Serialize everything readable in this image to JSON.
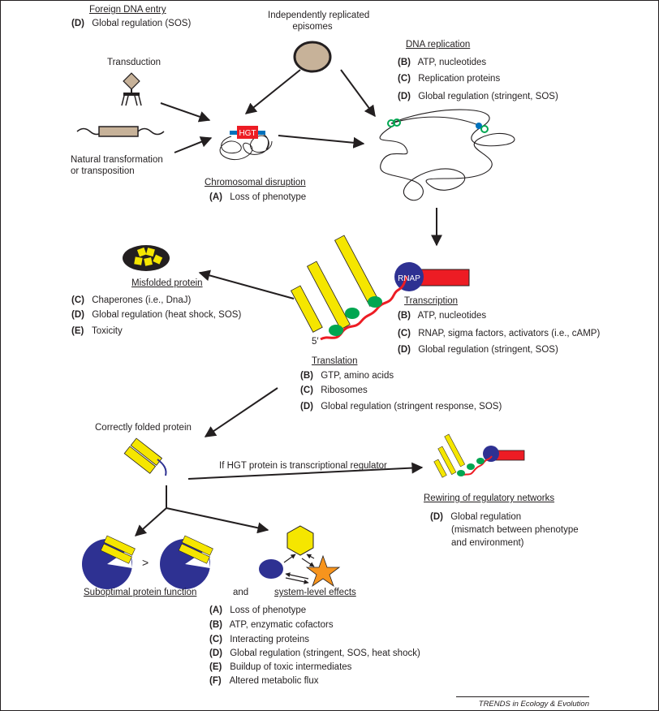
{
  "foreign_entry": {
    "title": "Foreign DNA entry",
    "items": [
      {
        "key": "(D)",
        "text": "Global regulation (SOS)"
      }
    ]
  },
  "episomes_label_line1": "Independently replicated",
  "episomes_label_line2": "episomes",
  "transduction_label": "Transduction",
  "natural_transformation_line1": "Natural transformation",
  "natural_transformation_line2": "or transposition",
  "hgt_label": "HGT",
  "chromosomal_disruption": {
    "title": "Chromosomal disruption",
    "items": [
      {
        "key": "(A)",
        "text": "Loss of phenotype"
      }
    ]
  },
  "dna_replication": {
    "title": "DNA replication",
    "items": [
      {
        "key": "(B)",
        "text": "ATP, nucleotides"
      },
      {
        "key": "(C)",
        "text": "Replication proteins"
      },
      {
        "key": "(D)",
        "text": "Global regulation (stringent, SOS)"
      }
    ]
  },
  "misfolded_protein": {
    "title": "Misfolded protein",
    "items": [
      {
        "key": "(C)",
        "text": "Chaperones (i.e., DnaJ)"
      },
      {
        "key": "(D)",
        "text": "Global regulation (heat shock, SOS)"
      },
      {
        "key": "(E)",
        "text": "Toxicity"
      }
    ]
  },
  "rnap_label": "RNAP",
  "five_prime": "5′",
  "transcription": {
    "title": "Transcription",
    "items": [
      {
        "key": "(B)",
        "text": "ATP, nucleotides"
      },
      {
        "key": "(C)",
        "text": "RNAP, sigma factors, activators (i.e., cAMP)"
      },
      {
        "key": "(D)",
        "text": "Global regulation (stringent, SOS)"
      }
    ]
  },
  "translation": {
    "title": "Translation",
    "items": [
      {
        "key": "(B)",
        "text": "GTP, amino acids"
      },
      {
        "key": "(C)",
        "text": "Ribosomes"
      },
      {
        "key": "(D)",
        "text": "Global regulation (stringent response, SOS)"
      }
    ]
  },
  "correctly_folded_label": "Correctly folded protein",
  "if_hgt_label": "If HGT protein is transcriptional regulator",
  "rewiring": {
    "title": "Rewiring of regulatory networks",
    "items": [
      {
        "key": "(D)",
        "text": "Global regulation"
      },
      {
        "key": "",
        "text": "(mismatch between phenotype"
      },
      {
        "key": "",
        "text": "and environment)"
      }
    ]
  },
  "greater_than": ">",
  "suboptimal_label": "Suboptimal protein function",
  "and_label": "and",
  "system_level_label": "system-level effects",
  "final_items": [
    {
      "key": "(A)",
      "text": "Loss of phenotype"
    },
    {
      "key": "(B)",
      "text": "ATP, enzymatic cofactors"
    },
    {
      "key": "(C)",
      "text": "Interacting proteins"
    },
    {
      "key": "(D)",
      "text": "Global regulation (stringent, SOS, heat shock)"
    },
    {
      "key": "(E)",
      "text": "Buildup of toxic intermediates"
    },
    {
      "key": "(F)",
      "text": "Altered metabolic flux"
    }
  ],
  "footer": "TRENDS in Ecology & Evolution",
  "colors": {
    "yellow": "#f5e600",
    "green": "#00a651",
    "blue": "#2e3192",
    "red": "#ed1c24",
    "tan": "#c7b299",
    "orange": "#f7941d",
    "hgt_blue": "#0072bc"
  }
}
